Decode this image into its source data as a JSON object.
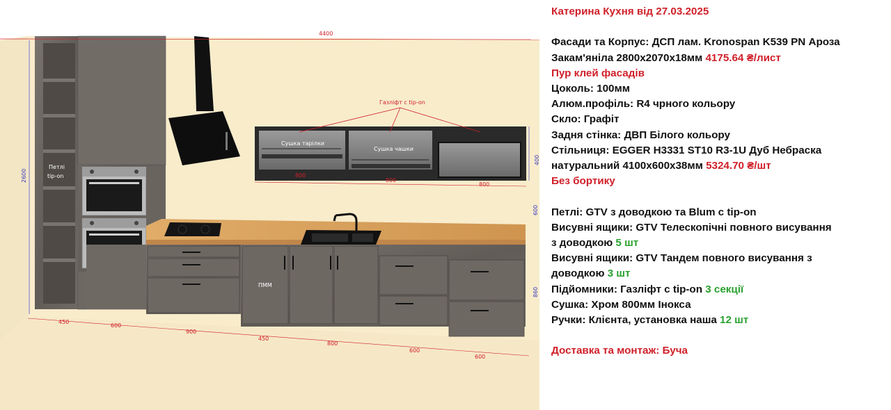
{
  "drawing": {
    "dims": {
      "total_width": "4400",
      "height_total": "2600",
      "upper_height": "400",
      "gap_height": "600",
      "base_height": "860",
      "upper_w1": "800",
      "upper_w2": "800",
      "upper_w3": "800",
      "base_450a": "450",
      "base_600a": "600",
      "base_900": "900",
      "base_450b": "450",
      "base_800": "800",
      "base_600b": "600",
      "base_600c": "600"
    },
    "labels": {
      "hinges_label_1": "Петлі",
      "hinges_label_2": "tip-on",
      "gaslift_label": "Газліфт с tip-on",
      "dryer_plates": "Сушка тарілки",
      "dryer_cups": "Сушка чашки",
      "dishwasher": "ПММ"
    }
  },
  "spec": {
    "title": "Катерина Кухня від 27.03.2025",
    "line1": "Фасади та Корпус: ДСП лам. Kronospan K539 PN Ароза",
    "line2_text": "Закам'яніла 2800x2070x18мм ",
    "line2_price": "4175.64 ₴/лист",
    "line3": "Пур клей фасадів",
    "line4": "Цоколь: 100мм",
    "line5": "Алюм.профіль: R4 чрного кольору",
    "line6": "Скло: Графіт",
    "line7": "Задня стінка: ДВП Білого кольору",
    "line8": "Стільниця: EGGER H3331 ST10 R3-1U Дуб Небраска",
    "line9_text": "натуральний 4100x600x38мм ",
    "line9_price": "5324.70 ₴/шт",
    "line10": "Без бортику",
    "line11": "Петлі: GTV з доводкою та Blum с tip-on",
    "line12": "Висувні ящики: GTV Телескопічні повного висування",
    "line13_text": "з доводкою ",
    "line13_qty": "5 шт",
    "line14": "Висувні ящики: GTV Тандем повного висування з",
    "line15_text": "доводкою ",
    "line15_qty": "3 шт",
    "line16_text": "Підйомники: Газліфт с tip-on ",
    "line16_qty": "3 секції",
    "line17": "Сушка: Хром 800мм Інокса",
    "line18_text": "Ручки: Клієнта, установка наша ",
    "line18_qty": "12 шт",
    "line19": "Доставка та монтаж: Буча"
  },
  "colors": {
    "wall": "#f8eccb",
    "floor": "#f6e8c6",
    "cabinet": "#6e6863",
    "countertop": "#d7a05c",
    "accent_red": "#d0202a",
    "accent_green": "#2aa12f"
  }
}
